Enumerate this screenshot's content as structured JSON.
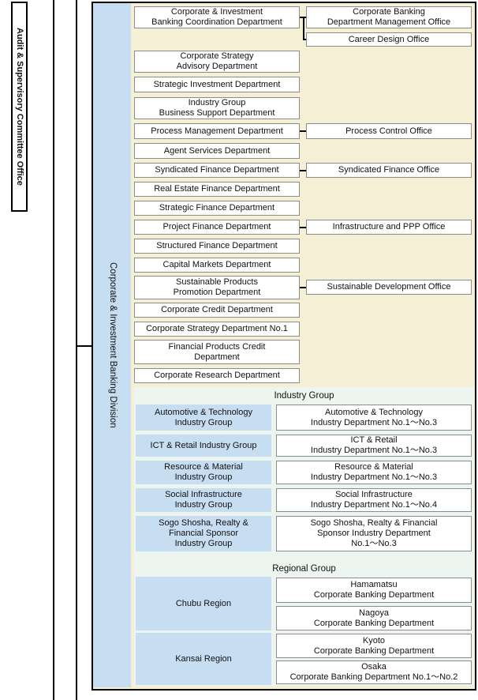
{
  "sidebar": {
    "audit_office_label": "Audit & Supervisory Committee Office"
  },
  "division": {
    "label": "Corporate & Investment Banking Division"
  },
  "departments": [
    "Corporate & Investment\nBanking Coordination Department",
    "Corporate Strategy\nAdvisory Department",
    "Strategic Investment Department",
    "Industry Group\nBusiness Support Department",
    "Process Management Department",
    "Agent Services Department",
    "Syndicated Finance Department",
    "Real Estate Finance Department",
    "Strategic Finance Department",
    "Project Finance Department",
    "Structured Finance Department",
    "Capital Markets Department",
    "Sustainable Products\nPromotion Department",
    "Corporate Credit Department",
    "Corporate Strategy Department No.1",
    "Financial Products Credit\nDepartment",
    "Corporate Research Department"
  ],
  "offices": [
    "Corporate Banking\nDepartment Management Office",
    "Career Design Office",
    "Process Control Office",
    "Syndicated Finance Office",
    "Infrastructure and PPP Office",
    "Sustainable Development Office"
  ],
  "industry_group": {
    "header": "Industry Group",
    "rows": [
      {
        "group": "Automotive & Technology\nIndustry Group",
        "department": "Automotive & Technology\nIndustry Department No.1～No.3"
      },
      {
        "group": "ICT & Retail Industry Group",
        "department": "ICT & Retail\nIndustry Department No.1～No.3"
      },
      {
        "group": "Resource & Material\nIndustry Group",
        "department": "Resource & Material\nIndustry Department No.1～No.3"
      },
      {
        "group": "Social Infrastructure\nIndustry Group",
        "department": "Social Infrastructure\nIndustry Department No.1～No.4"
      },
      {
        "group": "Sogo Shosha, Realty &\nFinancial Sponsor\nIndustry Group",
        "department": "Sogo Shosha, Realty & Financial\nSponsor Industry Department\nNo.1～No.3"
      }
    ]
  },
  "regional_group": {
    "header": "Regional Group",
    "regions": [
      {
        "region": "Chubu Region",
        "departments": [
          "Hamamatsu\nCorporate Banking Department",
          "Nagoya\nCorporate Banking Department"
        ]
      },
      {
        "region": "Kansai Region",
        "departments": [
          "Kyoto\nCorporate Banking Department",
          "Osaka\nCorporate Banking Department No.1～No.2"
        ]
      }
    ]
  },
  "colors": {
    "beige_background": "#f5efd6",
    "blue_fill": "#c7ddf2",
    "section_background": "#ecf5ef",
    "box_border": "#8c8c8c",
    "line_color": "#000000"
  }
}
